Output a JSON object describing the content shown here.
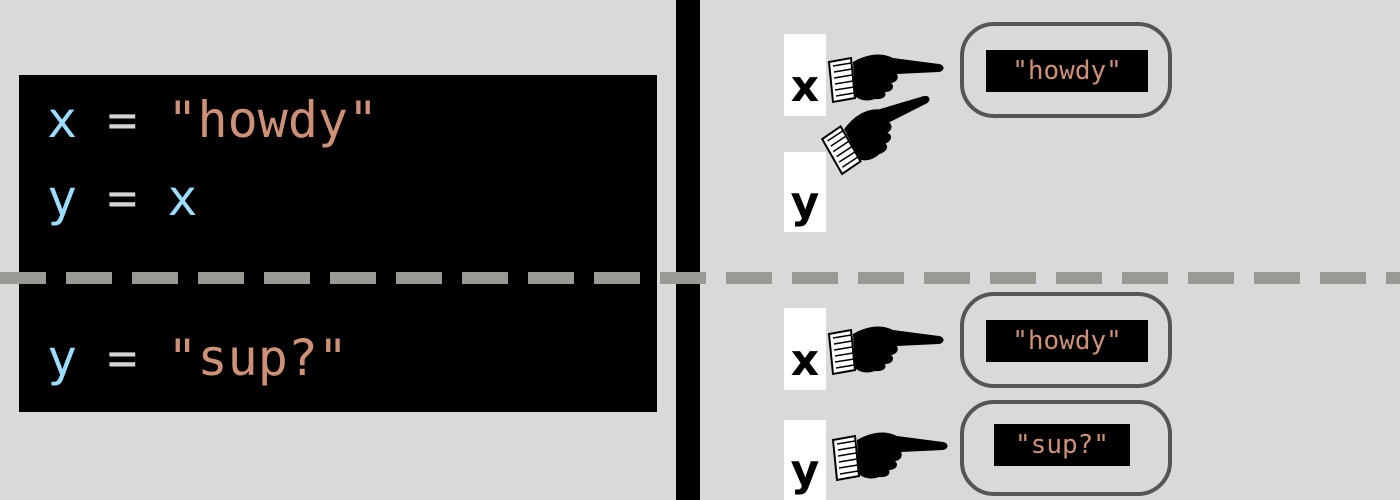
{
  "code": {
    "line1": {
      "var": "x",
      "op": " = ",
      "value": "\"howdy\""
    },
    "line2": {
      "var": "y",
      "op": " = ",
      "ref": "x"
    },
    "line3": {
      "var": "y",
      "op": " = ",
      "value": "\"sup?\""
    }
  },
  "before": {
    "x_label": "x",
    "y_label": "y",
    "value": "\"howdy\""
  },
  "after": {
    "x_label": "x",
    "y_label": "y",
    "x_value": "\"howdy\"",
    "y_value": "\"sup?\""
  },
  "colors": {
    "variable": "#9cdcfe",
    "string": "#ce9178",
    "operator": "#d4d4d4",
    "divider": "#9a9a94",
    "bubble_border": "#555555"
  },
  "icons": [
    "pointing-hand-icon"
  ]
}
